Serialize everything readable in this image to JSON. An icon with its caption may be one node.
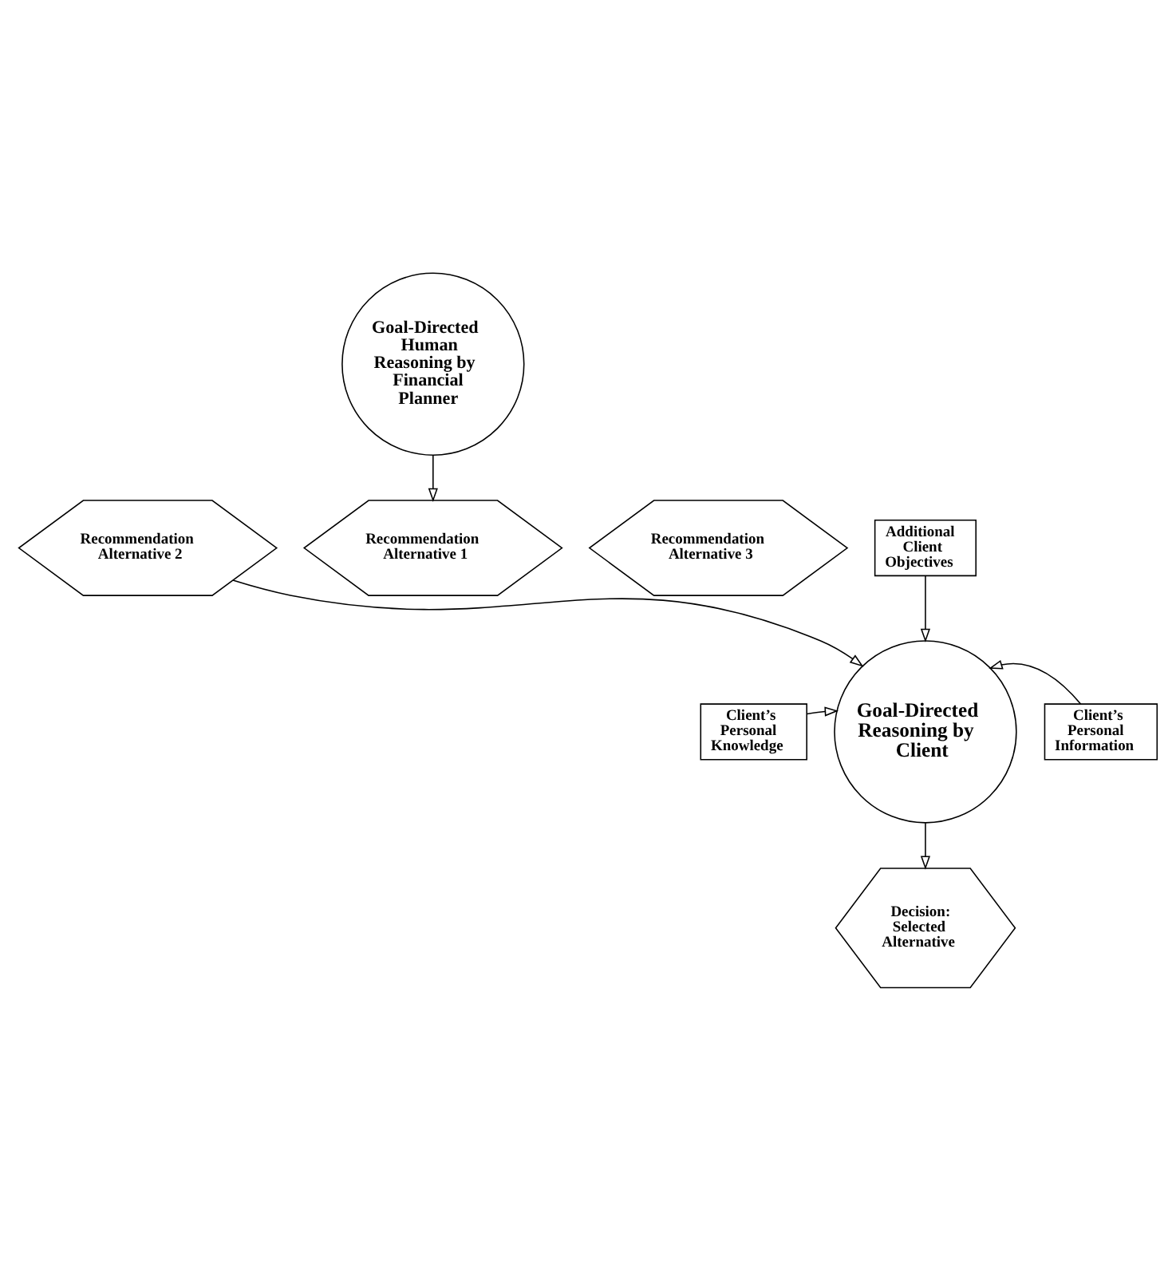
{
  "diagram": {
    "nodes": [
      {
        "text": [
          "Goal-Directed Human Reasoning by Financial Planner"
        ]
      },
      {
        "text": [
          "Recommendation Alternative 1"
        ]
      },
      {
        "text": [
          "Recommendation Alternative 2"
        ]
      },
      {
        "text": [
          "Recommendation Alternative 3"
        ]
      },
      {
        "text": [
          "Additional Client Objectives"
        ]
      },
      {
        "text": [
          "Client’s Personal Knowledge"
        ]
      },
      {
        "text": [
          "Goal-Directed Reasoning by Client"
        ]
      },
      {
        "text": [
          "Client’s Personal Information"
        ]
      },
      {
        "text": [
          "Decision: Selected Alternative"
        ]
      }
    ],
    "edges": [
      {
        "from": 0,
        "to": 1,
        "arrow": "to"
      },
      {
        "from": 2,
        "to": 6,
        "arrow": "to"
      },
      {
        "from": 4,
        "to": 6,
        "arrow": "to"
      },
      {
        "from": 5,
        "to": 6,
        "arrow": "to"
      },
      {
        "from": 7,
        "to": 6,
        "arrow": "to"
      },
      {
        "from": 6,
        "to": 8,
        "arrow": "to"
      }
    ]
  }
}
